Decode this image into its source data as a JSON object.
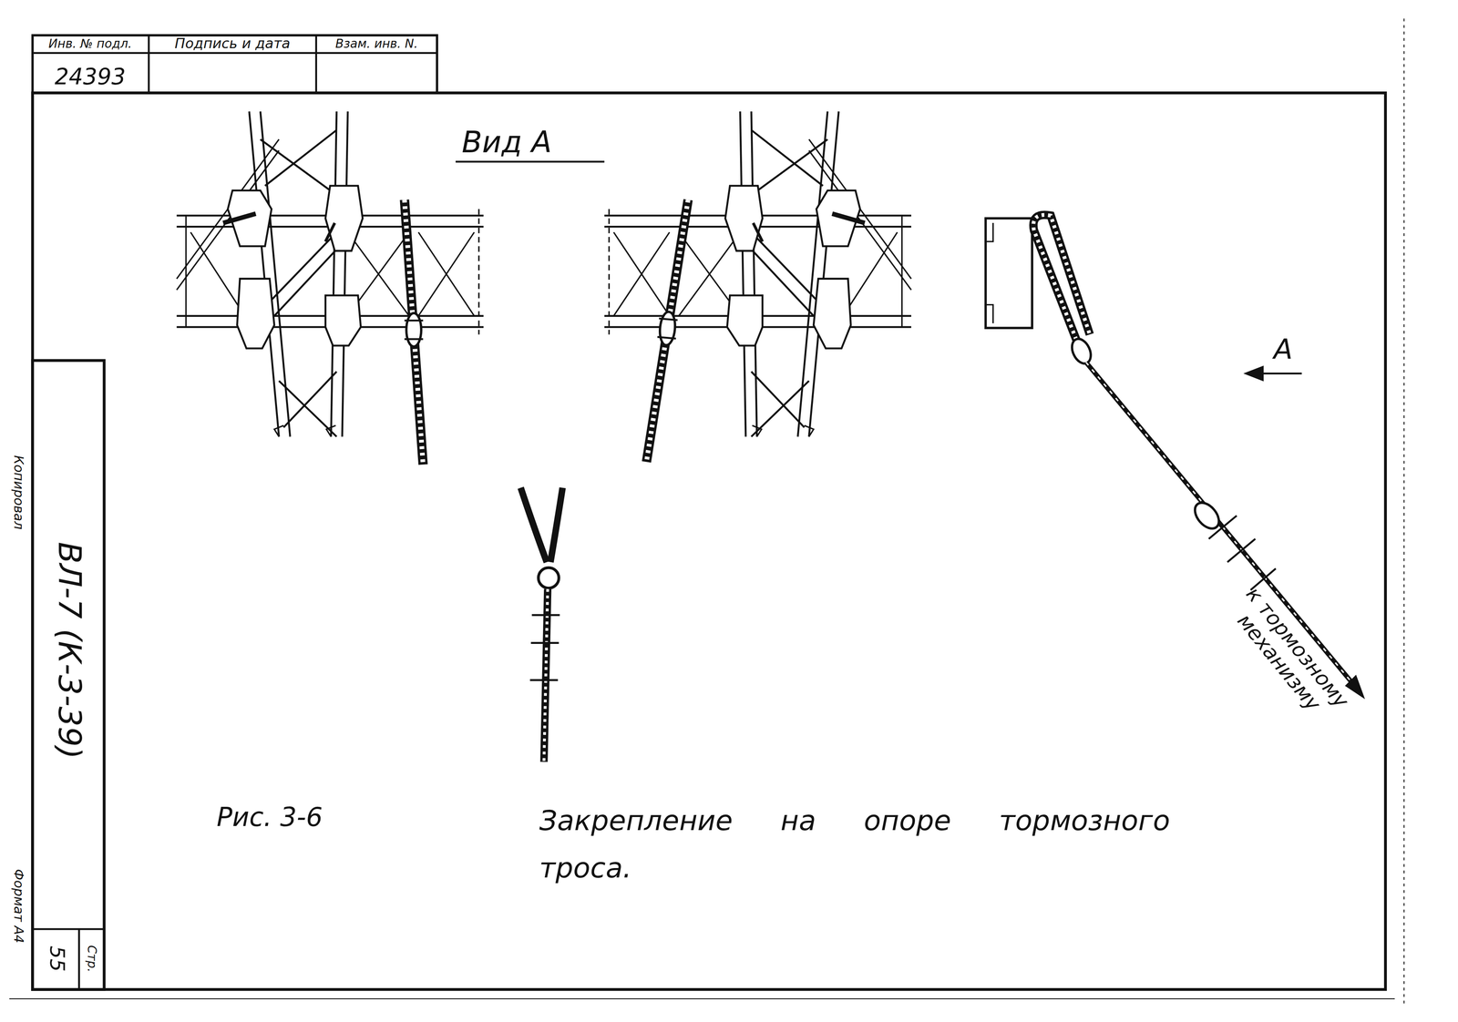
{
  "diagram": {
    "caption": "Закрепление на опоре тормозного троса.",
    "labels": [
      "Инв. № подл.",
      "Подпись и дата",
      "Взам. инв. N.",
      "24393",
      "Вид А",
      "А",
      "к тормозному механизму",
      "Копировал",
      "ВЛ-7 (К-3-39)",
      "Формат А4",
      "Стр.",
      "55",
      "Рис. 3-6"
    ]
  }
}
